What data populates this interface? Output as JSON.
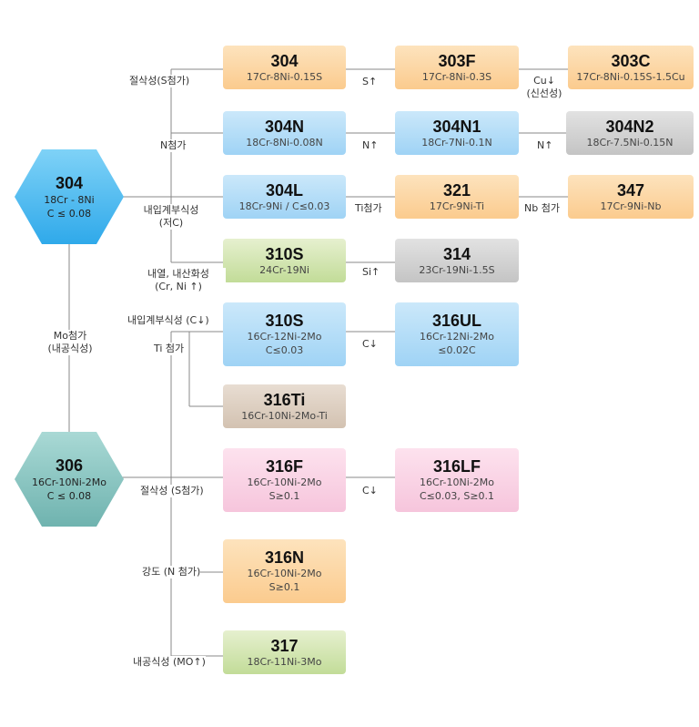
{
  "colors": {
    "line": "#888888",
    "hex_304": "#3fb6f0",
    "hex_306": "#8cc7c4"
  },
  "hex_304": {
    "title": "304",
    "l1": "18Cr - 8Ni",
    "l2": "C ≤ 0.08"
  },
  "hex_306": {
    "title": "306",
    "l1": "16Cr-10Ni-2Mo",
    "l2": "C ≤ 0.08"
  },
  "mo_label": {
    "l1": "Mo첨가",
    "l2": "(내공식성)"
  },
  "boxes": {
    "b304": {
      "title": "304",
      "s1": "17Cr-8Ni-0.15S"
    },
    "b303f": {
      "title": "303F",
      "s1": "17Cr-8Ni-0.3S"
    },
    "b303c": {
      "title": "303C",
      "s1": "17Cr-8Ni-0.15S-1.5Cu"
    },
    "b304n": {
      "title": "304N",
      "s1": "18Cr-8Ni-0.08N"
    },
    "b304n1": {
      "title": "304N1",
      "s1": "18Cr-7Ni-0.1N"
    },
    "b304n2": {
      "title": "304N2",
      "s1": "18Cr-7.5Ni-0.15N"
    },
    "b304l": {
      "title": "304L",
      "s1": "18Cr-9Ni / C≤0.03"
    },
    "b321": {
      "title": "321",
      "s1": "17Cr-9Ni-Ti"
    },
    "b347": {
      "title": "347",
      "s1": "17Cr-9Ni-Nb"
    },
    "b310s": {
      "title": "310S",
      "s1": "24Cr-19Ni"
    },
    "b314": {
      "title": "314",
      "s1": "23Cr-19Ni-1.5S"
    },
    "b310s2": {
      "title": "310S",
      "s1": "16Cr-12Ni-2Mo",
      "s2": "C≤0.03"
    },
    "b316ul": {
      "title": "316UL",
      "s1": "16Cr-12Ni-2Mo",
      "s2": "≤0.02C"
    },
    "b316ti": {
      "title": "316Ti",
      "s1": "16Cr-10Ni-2Mo-Ti"
    },
    "b316f": {
      "title": "316F",
      "s1": "16Cr-10Ni-2Mo",
      "s2": "S≥0.1"
    },
    "b316lf": {
      "title": "316LF",
      "s1": "16Cr-10Ni-2Mo",
      "s2": "C≤0.03, S≥0.1"
    },
    "b316n": {
      "title": "316N",
      "s1": "16Cr-10Ni-2Mo",
      "s2": "S≥0.1"
    },
    "b317": {
      "title": "317",
      "s1": "18Cr-11Ni-3Mo"
    }
  },
  "labels": {
    "cut_s": "절삭성(S첨가)",
    "n_add": "N첨가",
    "igc": "내입계부식성",
    "igc2": "(저C)",
    "heat": "내열, 내산화성",
    "heat2": "(Cr, Ni ↑)",
    "s_up": "S↑",
    "cu_down": "Cu↓",
    "cu_down2": "(신선성)",
    "n_up1": "N↑",
    "n_up2": "N↑",
    "ti_add": "Ti첨가",
    "nb_add": "Nb 첨가",
    "si_up": "Si↑",
    "igc_c": "내입계부식성 (C↓)",
    "ti_add2": "Ti 첨가",
    "c_down1": "C↓",
    "cut_s2": "절삭성 (S첨가)",
    "c_down2": "C↓",
    "strength": "강도 (N 첨가)",
    "pitting": "내공식성 (MO↑)"
  }
}
